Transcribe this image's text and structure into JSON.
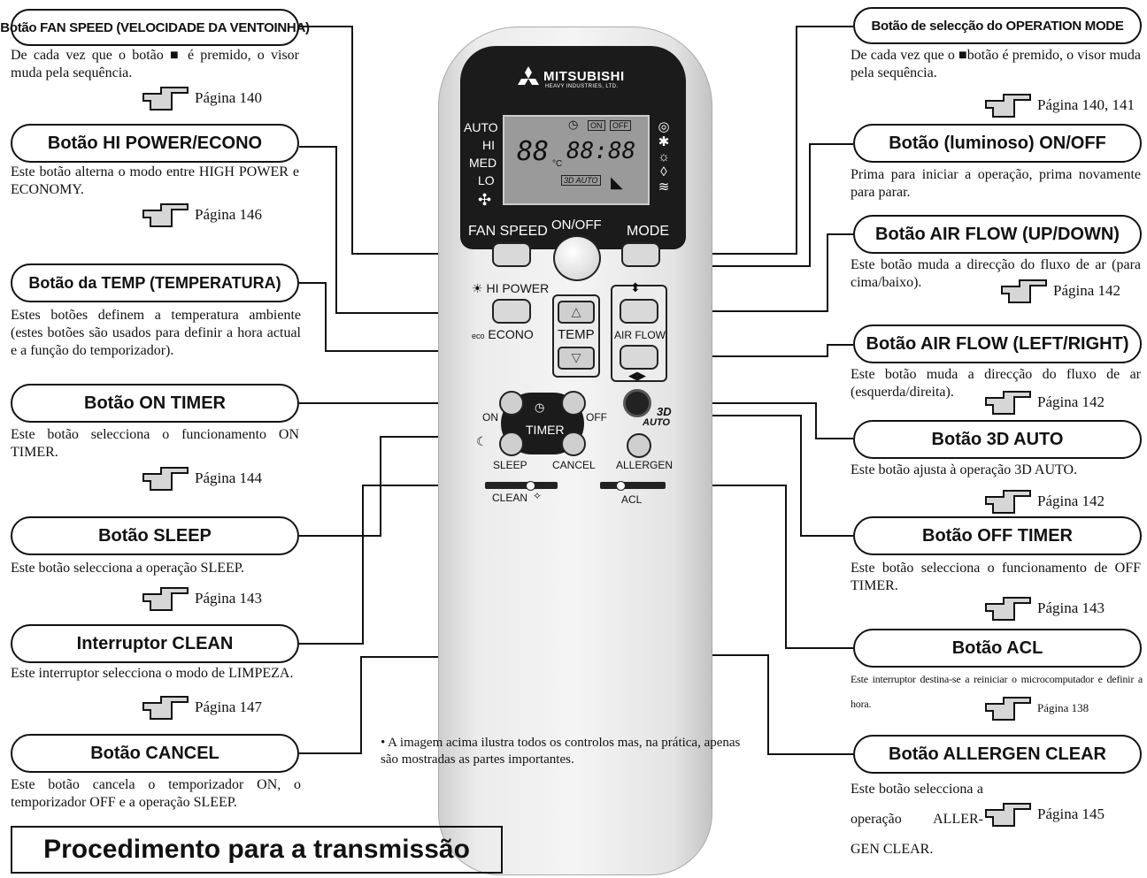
{
  "remote": {
    "brand": "MITSUBISHI",
    "brand_sub": "HEAVY INDUSTRIES, LTD.",
    "lcd_auto": "AUTO",
    "lcd_hi": "HI",
    "lcd_med": "MED",
    "lcd_lo": "LO",
    "lcd_digits1": "88",
    "lcd_degree": "°C",
    "lcd_digits2": "88:88",
    "lcd_on": "ON",
    "lcd_off": "OFF",
    "lcd_3dauto": "3D AUTO",
    "fan_speed": "FAN SPEED",
    "on_off": "ON/OFF",
    "mode": "MODE",
    "hi_power": "HI POWER",
    "econo": "ECONO",
    "temp": "TEMP",
    "air_flow": "AIR FLOW",
    "on": "ON",
    "off": "OFF",
    "timer": "TIMER",
    "sleep": "SLEEP",
    "cancel": "CANCEL",
    "allergen": "ALLERGEN",
    "auto3d_top": "3D",
    "auto3d_bottom": "AUTO",
    "clean": "CLEAN",
    "acl": "ACL"
  },
  "left": [
    {
      "title": "Botão FAN SPEED (VELOCIDADE DA VENTOINHA)",
      "text": "De cada vez que o botão ■ é premido, o visor muda pela sequência.",
      "page": "Página 140"
    },
    {
      "title": "Botão HI POWER/ECONO",
      "text": "Este botão alterna o modo entre HIGH POWER e ECONOMY.",
      "page": "Página 146"
    },
    {
      "title": "Botão da TEMP (TEMPERATURA)",
      "text": "Estes botões definem a temperatura ambiente (estes botões são usados para definir a hora actual e a função do temporizador).",
      "page": ""
    },
    {
      "title": "Botão ON TIMER",
      "text": "Este botão selecciona o funcionamento ON TIMER.",
      "page": "Página 144"
    },
    {
      "title": "Botão SLEEP",
      "text": "Este botão selecciona a operação SLEEP.",
      "page": "Página 143"
    },
    {
      "title": "Interruptor CLEAN",
      "text": "Este interruptor selecciona o modo de LIMPEZA.",
      "page": "Página 147"
    },
    {
      "title": "Botão CANCEL",
      "text": "Este botão cancela o temporizador ON, o temporizador OFF e a operação SLEEP.",
      "page": ""
    }
  ],
  "right": [
    {
      "title": "Botão de selecção do OPERATION MODE",
      "text": "De cada vez que o ■botão é premido, o visor muda pela sequência.",
      "page": "Página 140, 141"
    },
    {
      "title": "Botão (luminoso) ON/OFF",
      "text": "Prima para iniciar a operação, prima novamente para parar.",
      "page": ""
    },
    {
      "title": "Botão AIR FLOW (UP/DOWN)",
      "text": "Este botão muda a direcção do fluxo de ar (para cima/baixo).",
      "page": "Página 142"
    },
    {
      "title": "Botão AIR FLOW (LEFT/RIGHT)",
      "text": "Este botão muda a direcção do fluxo de ar (esquerda/direita).",
      "page": "Página 142"
    },
    {
      "title": "Botão 3D AUTO",
      "text": "Este botão ajusta à operação 3D AUTO.",
      "page": "Página 142"
    },
    {
      "title": "Botão OFF TIMER",
      "text": "Este botão selecciona o funcionamento de OFF TIMER.",
      "page": "Página 143"
    },
    {
      "title": "Botão ACL",
      "text": "Este interruptor destina-se a reiniciar o microcomputador e definir a hora.",
      "page": "Página 138"
    },
    {
      "title": "Botão ALLERGEN CLEAR",
      "text": "Este botão selecciona a operação ALLER-GEN CLEAR.",
      "page": "Página 145"
    }
  ],
  "note": "• A imagem acima ilustra todos os controlos mas, na prática, apenas são mostradas as partes importantes.",
  "procedure_title": "Procedimento para a transmissão"
}
